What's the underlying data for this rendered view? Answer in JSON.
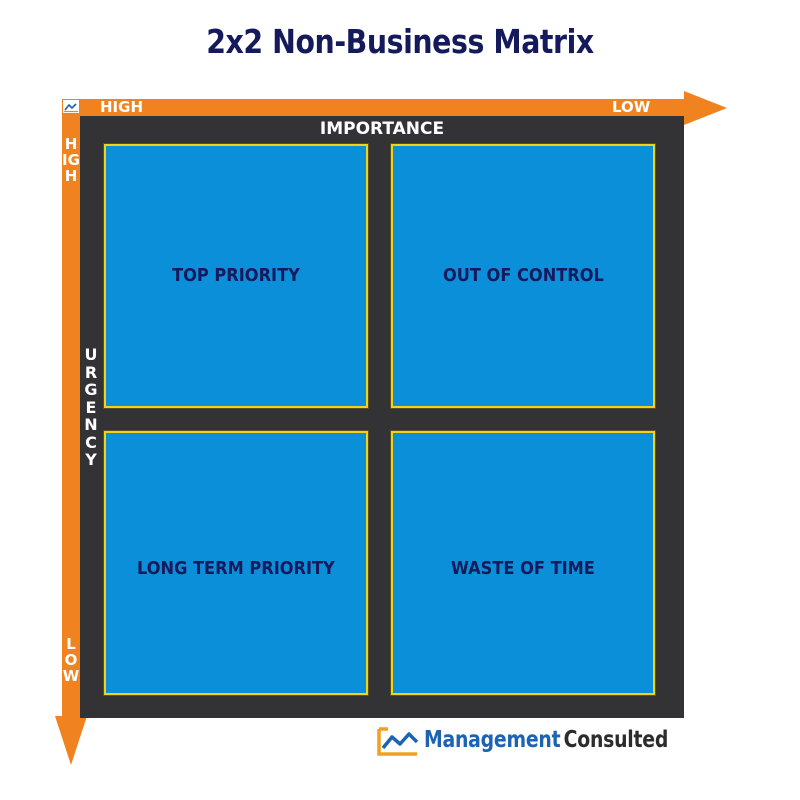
{
  "title": "2x2 Non-Business Matrix",
  "axes": {
    "horizontal": {
      "name": "IMPORTANCE",
      "start_label": "HIGH",
      "end_label": "LOW",
      "direction": "left-to-right"
    },
    "vertical": {
      "name": "URGENCY",
      "start_label": "HIGH",
      "end_label": "LOW",
      "direction": "top-to-bottom"
    }
  },
  "quadrants": [
    {
      "position": "top-left",
      "label": "TOP PRIORITY"
    },
    {
      "position": "top-right",
      "label": "OUT OF CONTROL"
    },
    {
      "position": "bottom-left",
      "label": "LONG TERM PRIORITY"
    },
    {
      "position": "bottom-right",
      "label": "WASTE OF TIME"
    }
  ],
  "brand": {
    "name_part1": "Management",
    "name_part2": "Consulted",
    "icon": "chart-logo-icon"
  },
  "colors": {
    "title": "#141a5c",
    "arrow": "#f0831f",
    "frame": "#333235",
    "quadrant_fill": "#0a8fd8",
    "quadrant_border": "#f2d21b",
    "quadrant_text": "#141a5c",
    "brand_blue": "#1d63b3",
    "brand_dark": "#2c2c2c"
  }
}
